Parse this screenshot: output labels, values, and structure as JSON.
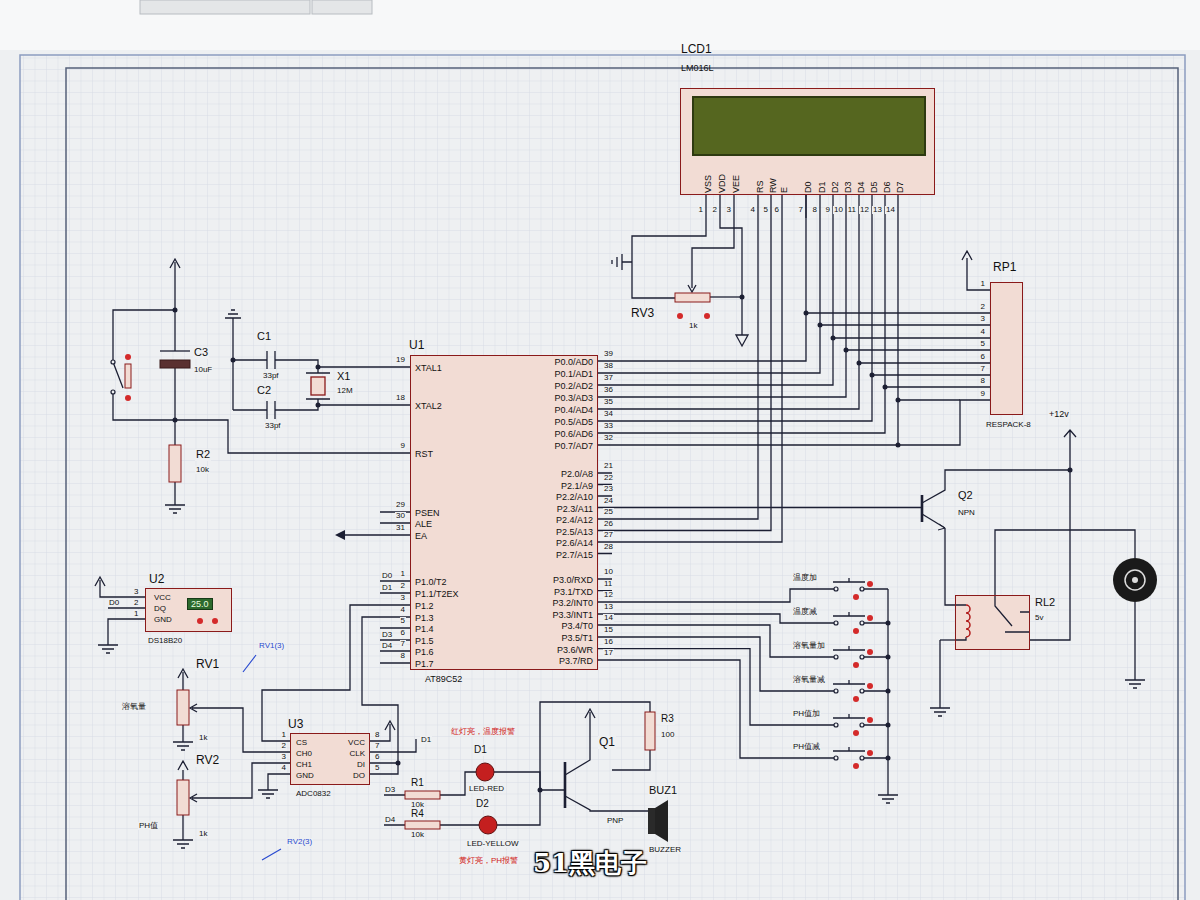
{
  "diagram": {
    "nodes": [
      {
        "text": [
          "LCD1",
          "LM016L",
          "VSS",
          "VDD",
          "VEE",
          "RS",
          "RW",
          "E",
          "D0",
          "D1",
          "D2",
          "D3",
          "D4",
          "D5",
          "D6",
          "D7"
        ]
      },
      {
        "text": [
          "RP1",
          "RESPACK-8"
        ]
      },
      {
        "text": [
          "U1",
          "XTAL1",
          "XTAL2",
          "RST",
          "PSEN",
          "ALE",
          "EA",
          "P1.0/T2",
          "P1.1/T2EX",
          "P1.2",
          "P1.3",
          "P1.4",
          "P1.5",
          "P1.6",
          "P1.7",
          "P0.0/AD0",
          "P0.1/AD1",
          "P0.2/AD2",
          "P0.3/AD3",
          "P0.4/AD4",
          "P0.5/AD5",
          "P0.6/AD6",
          "P0.7/AD7",
          "P2.0/A8",
          "P2.1/A9",
          "P2.2/A10",
          "P2.3/A11",
          "P2.4/A12",
          "P2.5/A13",
          "P2.6/A14",
          "P2.7/A15",
          "P3.0/RXD",
          "P3.1/TXD",
          "P3.2/INT0",
          "P3.3/INT1",
          "P3.4/T0",
          "P3.5/T1",
          "P3.6/WR",
          "P3.7/RD",
          "AT89C52"
        ]
      },
      {
        "text": [
          "RL2",
          "5v"
        ]
      },
      {
        "text": [
          "U2",
          "VCC",
          "DQ",
          "GND",
          "25.0",
          "DS18B20"
        ]
      },
      {
        "text": [
          "U3",
          "CS",
          "CH0",
          "CH1",
          "GND",
          "VCC",
          "CLK",
          "DI",
          "DO",
          "ADC0832"
        ]
      }
    ],
    "edges": [
      {
        "from": 2,
        "to": 0,
        "arrow": "none"
      },
      {
        "from": 2,
        "to": 1,
        "arrow": "none"
      },
      {
        "from": 2,
        "to": 5,
        "arrow": "none"
      }
    ],
    "labels": [
      "1",
      "2",
      "3",
      "4",
      "5",
      "6",
      "7",
      "8",
      "9",
      "10",
      "11",
      "12",
      "13",
      "14",
      "RV3",
      "1k",
      "1",
      "2",
      "3",
      "4",
      "5",
      "6",
      "7",
      "8",
      "9",
      "+12v",
      "C3",
      "10uF",
      "R2",
      "10k",
      "C1",
      "33pf",
      "C2",
      "33pf",
      "X1",
      "12M",
      "19",
      "18",
      "9",
      "29",
      "30",
      "31",
      "1",
      "2",
      "3",
      "4",
      "5",
      "6",
      "7",
      "8",
      "39",
      "38",
      "37",
      "36",
      "35",
      "34",
      "33",
      "32",
      "21",
      "22",
      "23",
      "24",
      "25",
      "26",
      "27",
      "28",
      "10",
      "11",
      "12",
      "13",
      "14",
      "15",
      "16",
      "17",
      "D0",
      "D1",
      "D3",
      "D4",
      "Q2",
      "NPN",
      "3",
      "2",
      "1",
      "D0",
      "RV1",
      "溶氧量",
      "1k",
      "RV1(3)",
      "RV2",
      "PH值",
      "1k",
      "RV2(3)",
      "1",
      "2",
      "3",
      "4",
      "8",
      "7",
      "6",
      "5",
      "D1",
      "R1",
      "10k",
      "D3",
      "R4",
      "10k",
      "D4",
      "D1",
      "LED-RED",
      "红灯亮，温度报警",
      "D2",
      "LED-YELLOW",
      "黄灯亮，PH报警",
      "Q1",
      "PNP",
      "R3",
      "100",
      "BUZ1",
      "BUZZER",
      "温度加",
      "温度减",
      "溶氧量加",
      "溶氧量减",
      "PH值加",
      "PH值减",
      "51黑电子"
    ]
  }
}
